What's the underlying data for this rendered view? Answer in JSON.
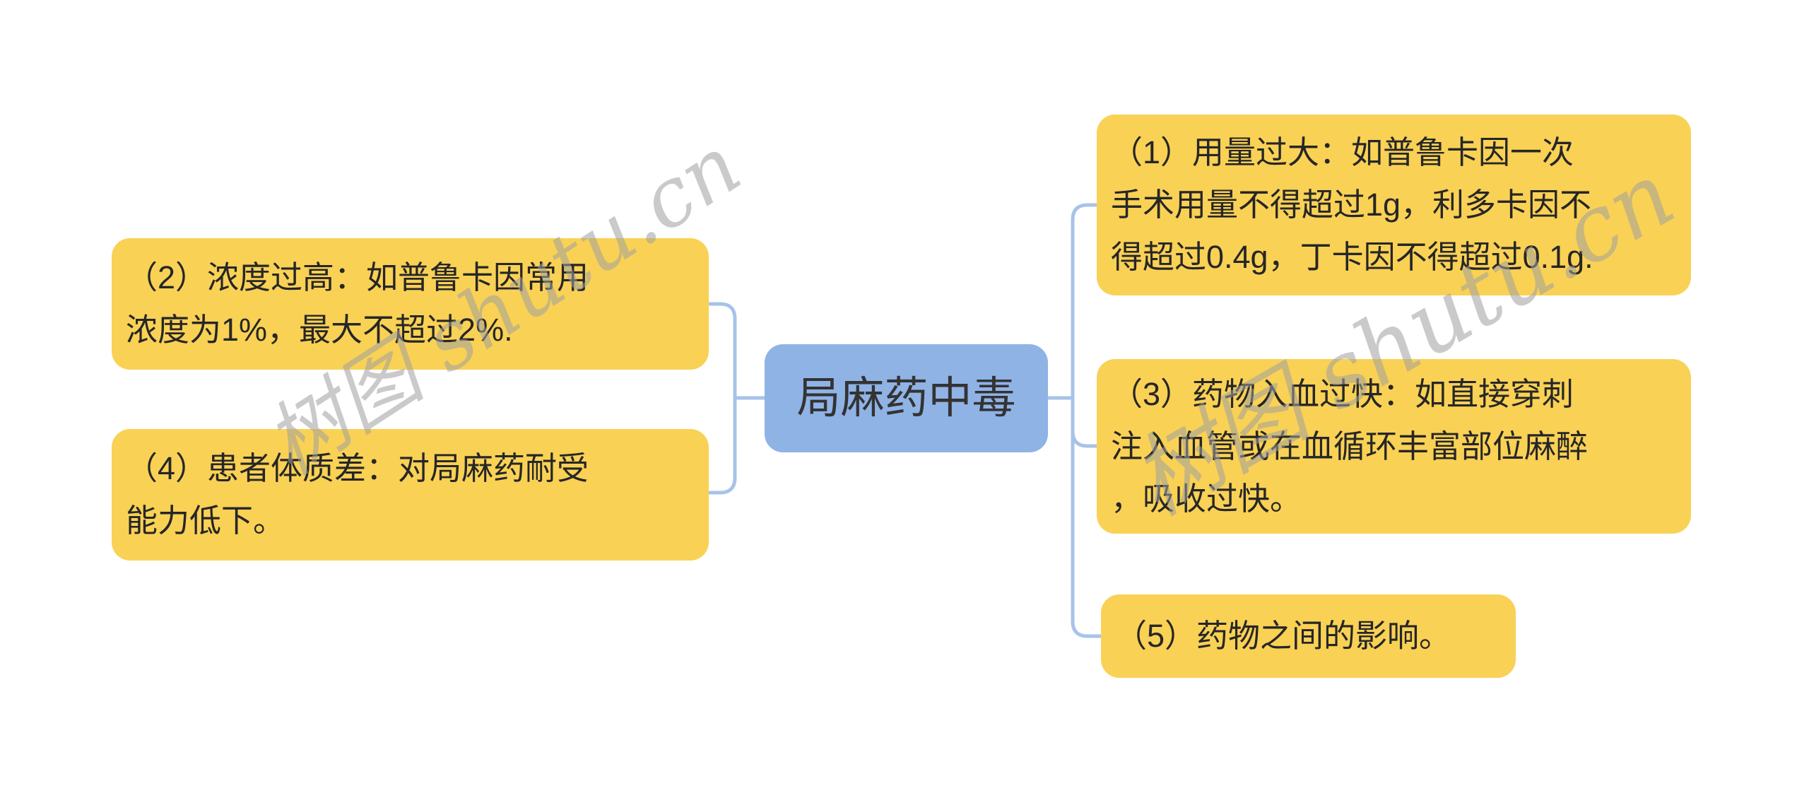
{
  "diagram": {
    "root": {
      "label": "局麻药中毒"
    },
    "left_branches": [
      {
        "id": "2",
        "text": "（2）浓度过高：如普鲁卡因常用\n浓度为1%，最大不超过2%."
      },
      {
        "id": "4",
        "text": "（4）患者体质差：对局麻药耐受\n能力低下。"
      }
    ],
    "right_branches": [
      {
        "id": "1",
        "text": "（1）用量过大：如普鲁卡因一次\n手术用量不得超过1g，利多卡因不\n得超过0.4g，丁卡因不得超过0.1g."
      },
      {
        "id": "3",
        "text": "（3）药物入血过快：如直接穿刺\n注入血管或在血循环丰富部位麻醉\n，吸收过快。"
      },
      {
        "id": "5",
        "text": "（5）药物之间的影响。"
      }
    ]
  },
  "watermark": {
    "text": "树图 shutu.cn"
  },
  "colors": {
    "root_fill": "#90B3E6",
    "root_text": "#333333",
    "branch_fill": "#F9D155",
    "branch_text": "#262626",
    "connector": "#A8C3E9",
    "watermark": "#A0A0A0"
  }
}
